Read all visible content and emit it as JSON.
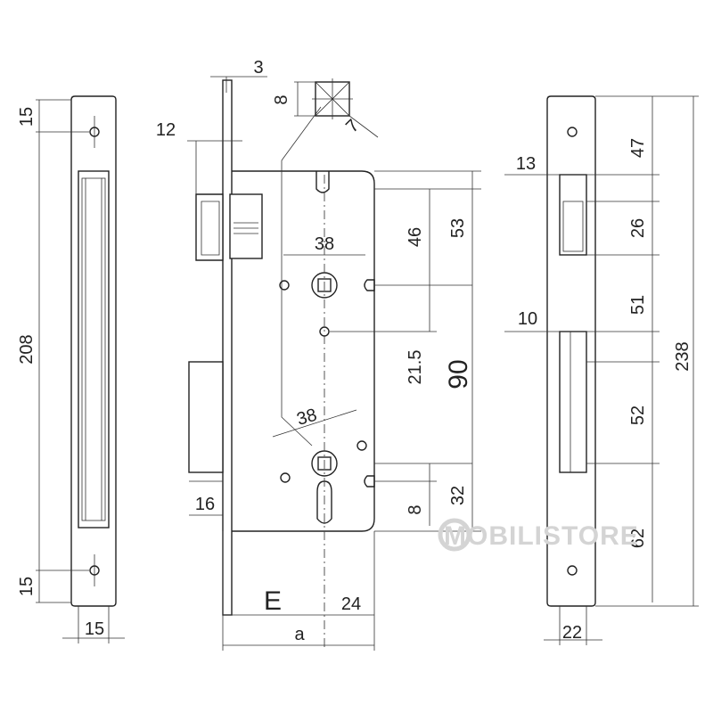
{
  "dims": {
    "left_top_15": "15",
    "left_208": "208",
    "left_bottom_15": "15",
    "left_width_15": "15",
    "mid_3": "3",
    "mid_8": "8",
    "mid_7": "7",
    "mid_12": "12",
    "mid_38_top": "38",
    "mid_46": "46",
    "mid_53": "53",
    "mid_21_5": "21.5",
    "mid_90": "90",
    "mid_38_bottom": "38",
    "mid_8_bottom": "8",
    "mid_32": "32",
    "mid_16": "16",
    "mid_E": "E",
    "mid_24": "24",
    "mid_a": "a",
    "right_13": "13",
    "right_47": "47",
    "right_26": "26",
    "right_10": "10",
    "right_51": "51",
    "right_52": "52",
    "right_62": "62",
    "right_238": "238",
    "right_22": "22"
  },
  "watermark": "MOBILISTORE",
  "colors": {
    "line": "#222222",
    "watermark": "#d4d4d4"
  }
}
